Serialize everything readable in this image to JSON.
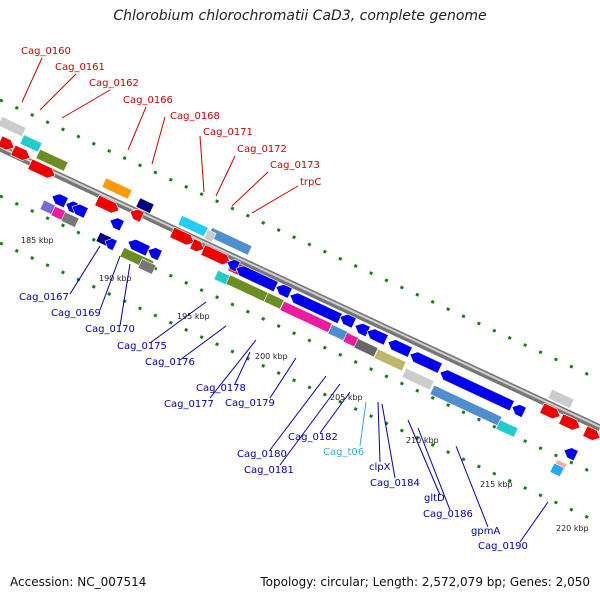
{
  "title": "Chlorobium chlorochromatii CaD3, complete genome",
  "footer": {
    "accession": "Accession: NC_007514",
    "summary": "Topology: circular; Length: 2,572,079 bp; Genes: 2,050"
  },
  "colors": {
    "forward_label": "#cc0000",
    "reverse_label": "#0000aa",
    "trna_label": "#33aadd",
    "backbone": "#8a8a8a",
    "tick": "#1a7a1a"
  },
  "kbp_ticks": [
    "185 kbp",
    "190 kbp",
    "195 kbp",
    "200 kbp",
    "205 kbp",
    "210 kbp",
    "215 kbp",
    "220 kbp"
  ],
  "forward_genes": [
    "Cag_0160",
    "Cag_0161",
    "Cag_0162",
    "Cag_0166",
    "Cag_0168",
    "Cag_0171",
    "Cag_0172",
    "Cag_0173",
    "trpC"
  ],
  "reverse_genes": [
    "Cag_0167",
    "Cag_0169",
    "Cag_0170",
    "Cag_0175",
    "Cag_0176",
    "Cag_0177",
    "Cag_0178",
    "Cag_0179",
    "Cag_0180",
    "Cag_0181",
    "Cag_0182",
    "Cag_t06",
    "clpX",
    "Cag_0184",
    "gltD",
    "Cag_0186",
    "gpmA",
    "Cag_0190"
  ]
}
